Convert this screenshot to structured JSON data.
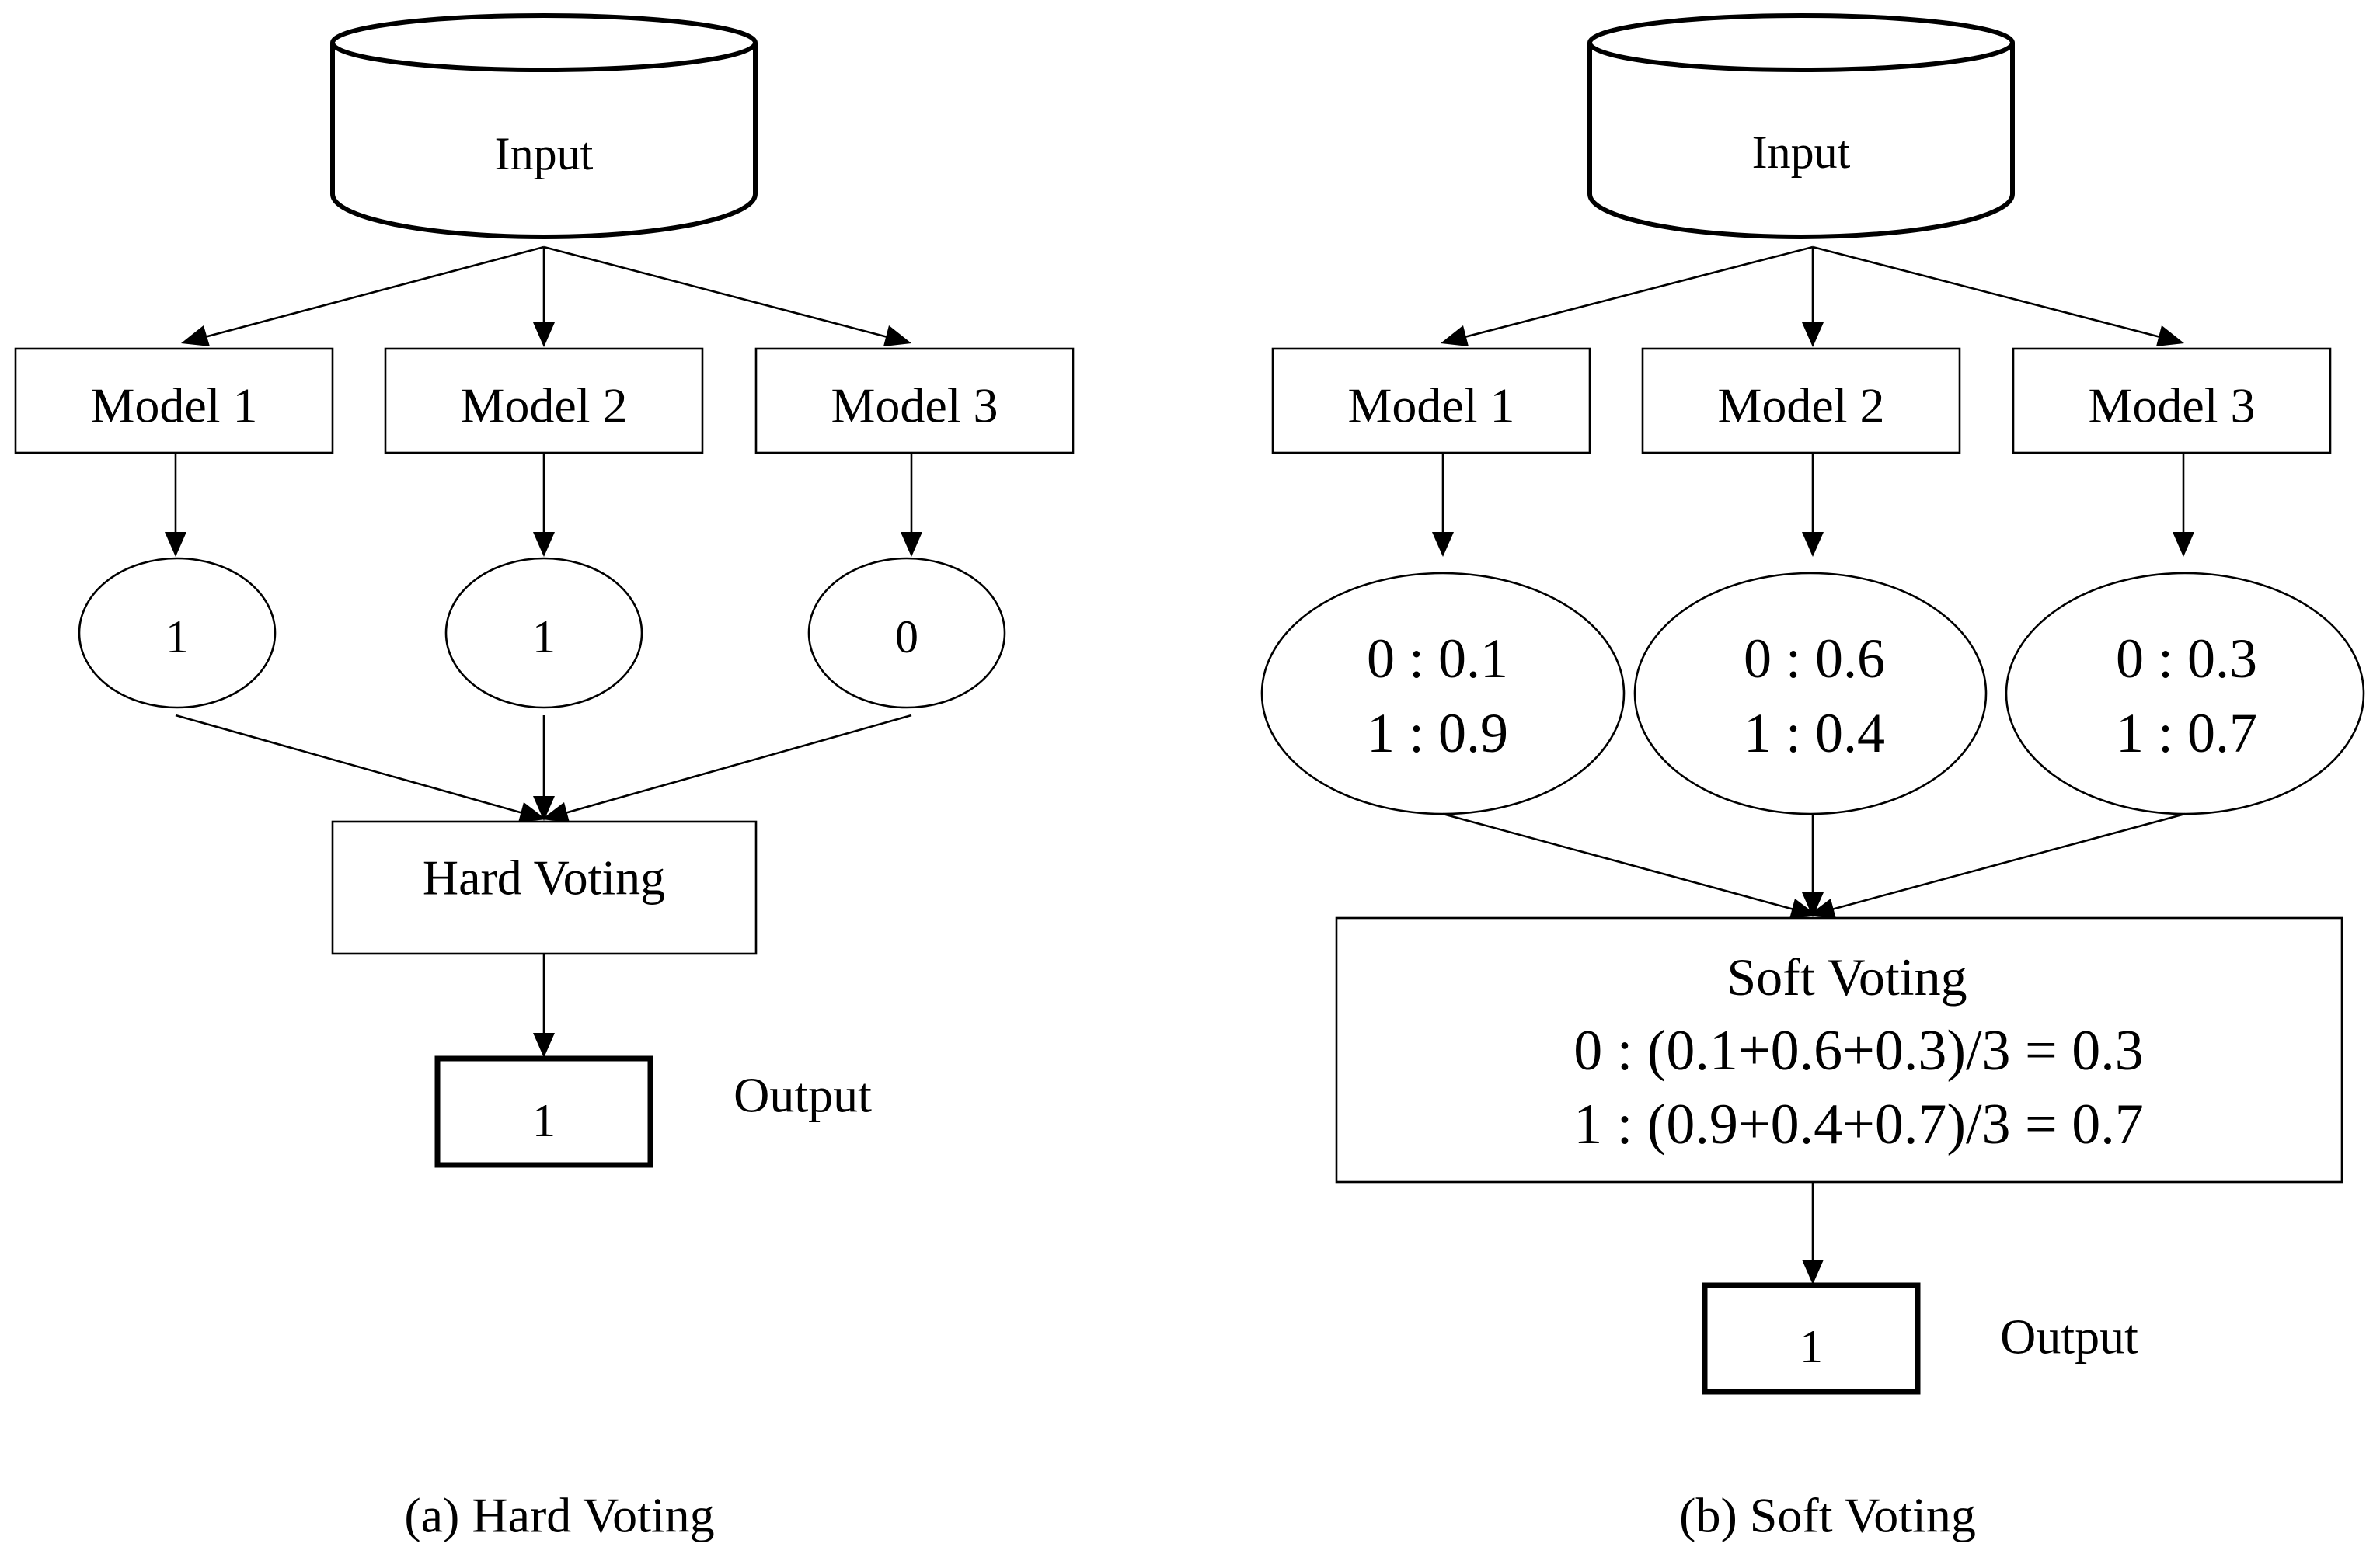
{
  "hard_voting": {
    "input_label": "Input",
    "models": [
      "Model 1",
      "Model 2",
      "Model 3"
    ],
    "predictions": [
      "1",
      "1",
      "0"
    ],
    "aggregator_label": "Hard Voting",
    "output_value": "1",
    "output_label": "Output",
    "caption": "(a) Hard Voting"
  },
  "soft_voting": {
    "input_label": "Input",
    "models": [
      "Model 1",
      "Model 2",
      "Model 3"
    ],
    "probabilities": [
      {
        "class0": "0 : 0.1",
        "class1": "1 : 0.9"
      },
      {
        "class0": "0 : 0.6",
        "class1": "1 : 0.4"
      },
      {
        "class0": "0 : 0.3",
        "class1": "1 : 0.7"
      }
    ],
    "aggregator_title": "Soft Voting",
    "aggregator_line0": "0 : (0.1+0.6+0.3)/3 = 0.3",
    "aggregator_line1": "1 : (0.9+0.4+0.7)/3 = 0.7",
    "output_value": "1",
    "output_label": "Output",
    "caption": "(b) Soft Voting"
  }
}
